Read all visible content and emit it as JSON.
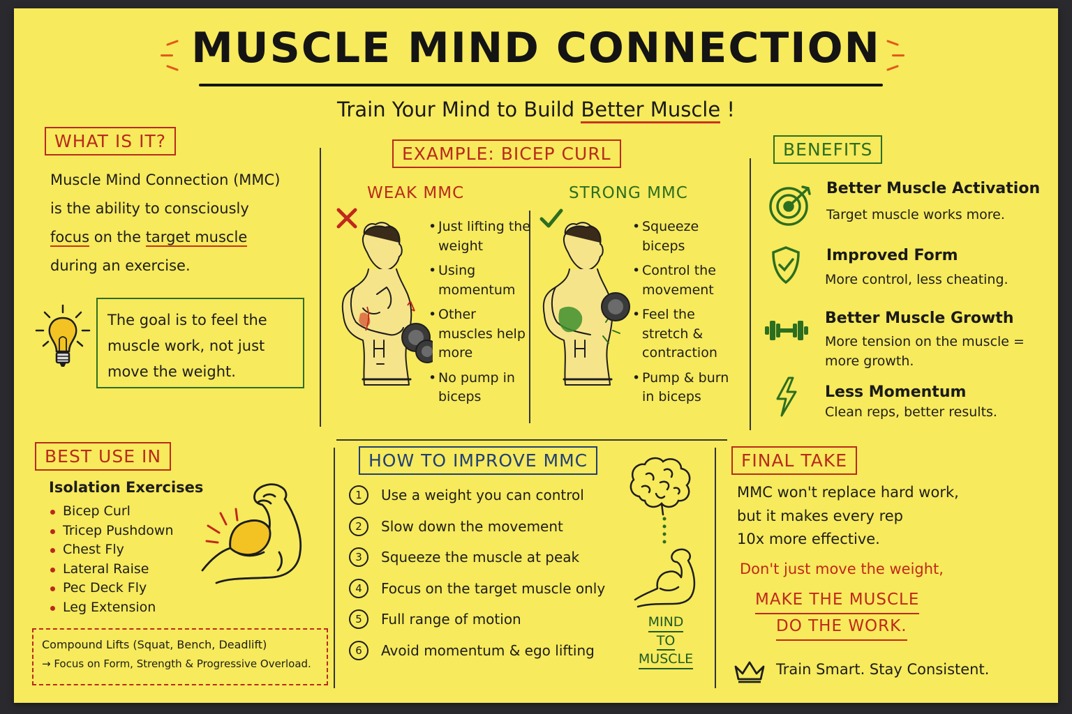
{
  "title": "MUSCLE MIND CONNECTION",
  "subtitle": {
    "before": "Train Your Mind to Build ",
    "underlined": "Better Muscle",
    "after": " !"
  },
  "colors": {
    "paper": "#f7ea5c",
    "red": "#b82a1c",
    "green": "#2c6e20",
    "blue": "#1f3f77",
    "ink": "#1d1d1d"
  },
  "what_is_it": {
    "label": "WHAT IS IT?",
    "line1": "Muscle Mind Connection (MMC)",
    "line2": "is the ability to consciously",
    "focus": "focus",
    "on_the": " on the ",
    "target_muscle": "target muscle",
    "line4": "during an exercise.",
    "goal": "The goal is to feel the muscle work, not just move the weight.",
    "icon": "lightbulb-icon"
  },
  "example": {
    "label": "EXAMPLE: BICEP CURL",
    "weak": {
      "title": "WEAK MMC",
      "icon": "x-mark-icon",
      "bullets": [
        "Just lifting the weight",
        "Using momentum",
        "Other muscles help more",
        "No pump in biceps"
      ]
    },
    "strong": {
      "title": "STRONG MMC",
      "icon": "checkmark-icon",
      "bullets": [
        "Squeeze biceps",
        "Control the movement",
        "Feel the stretch & contraction",
        "Pump & burn in biceps"
      ]
    }
  },
  "benefits": {
    "label": "BENEFITS",
    "items": [
      {
        "title": "Better Muscle Activation",
        "desc": "Target muscle works more.",
        "icon": "target-icon"
      },
      {
        "title": "Improved Form",
        "desc": "More control, less cheating.",
        "icon": "shield-check-icon"
      },
      {
        "title": "Better Muscle Growth",
        "desc": "More tension on the muscle = more growth.",
        "icon": "dumbbell-icon"
      },
      {
        "title": "Less Momentum",
        "desc": "Clean reps, better results.",
        "icon": "lightning-icon"
      }
    ]
  },
  "best_use": {
    "label": "BEST USE IN",
    "subhead": "Isolation Exercises",
    "items": [
      "Bicep Curl",
      "Tricep Pushdown",
      "Chest Fly",
      "Lateral Raise",
      "Pec Deck Fly",
      "Leg Extension"
    ],
    "compound_line1": "Compound Lifts (Squat, Bench, Deadlift)",
    "compound_line2": "→ Focus on Form, Strength & Progressive Overload."
  },
  "improve": {
    "label": "HOW TO IMPROVE MMC",
    "steps": [
      {
        "num": "1",
        "text": "Use a weight you can control"
      },
      {
        "num": "2",
        "text": "Slow down the movement"
      },
      {
        "num": "3",
        "text": "Squeeze the muscle at peak"
      },
      {
        "num": "4",
        "text": "Focus on the target muscle only"
      },
      {
        "num": "5",
        "text": "Full range of motion"
      },
      {
        "num": "6",
        "text": "Avoid momentum & ego lifting"
      }
    ],
    "mind": "MIND",
    "to": "TO",
    "muscle": "MUSCLE"
  },
  "final_take": {
    "label": "FINAL TAKE",
    "line1": "MMC won't replace hard work,",
    "line2": "but it makes every rep",
    "line3": "10x more effective.",
    "red1": "Don't just move the weight,",
    "red2": "MAKE THE MUSCLE",
    "red3": "DO THE WORK.",
    "footer": "Train Smart. Stay Consistent.",
    "icon": "crown-icon"
  }
}
